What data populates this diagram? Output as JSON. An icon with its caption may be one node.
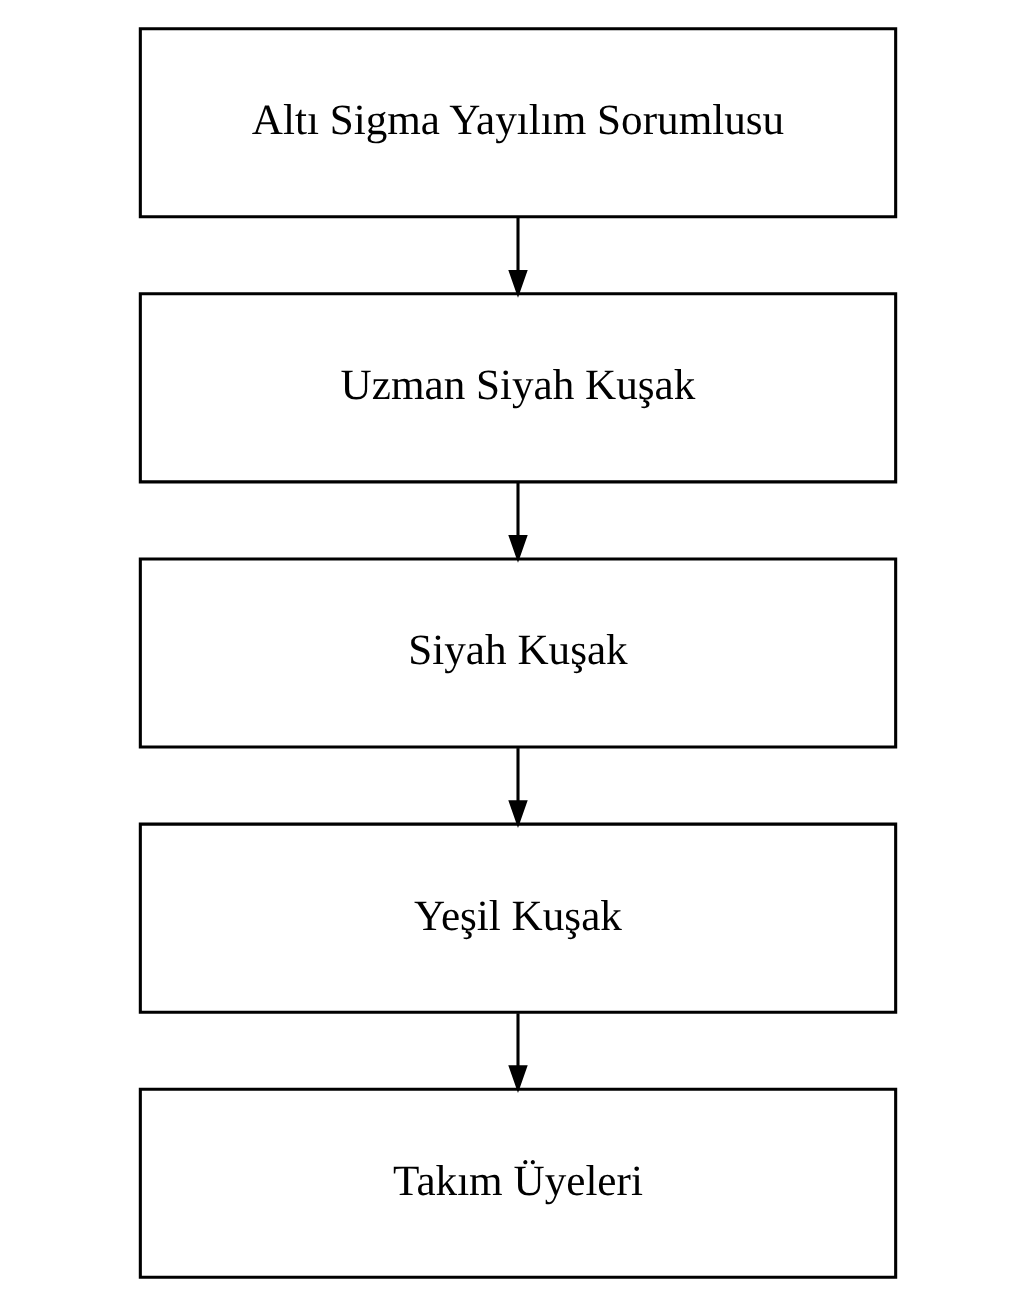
{
  "diagram": {
    "nodes": [
      {
        "text": [
          "Altı Sigma Yayılım Sorumlusu"
        ]
      },
      {
        "text": [
          "Uzman Siyah Kuşak"
        ]
      },
      {
        "text": [
          "Siyah Kuşak"
        ]
      },
      {
        "text": [
          "Yeşil Kuşak"
        ]
      },
      {
        "text": [
          "Takım Üyeleri"
        ]
      }
    ],
    "edges": [
      {
        "from": 0,
        "to": 1,
        "arrow": "to"
      },
      {
        "from": 1,
        "to": 2,
        "arrow": "to"
      },
      {
        "from": 2,
        "to": 3,
        "arrow": "to"
      },
      {
        "from": 3,
        "to": 4,
        "arrow": "to"
      }
    ]
  }
}
